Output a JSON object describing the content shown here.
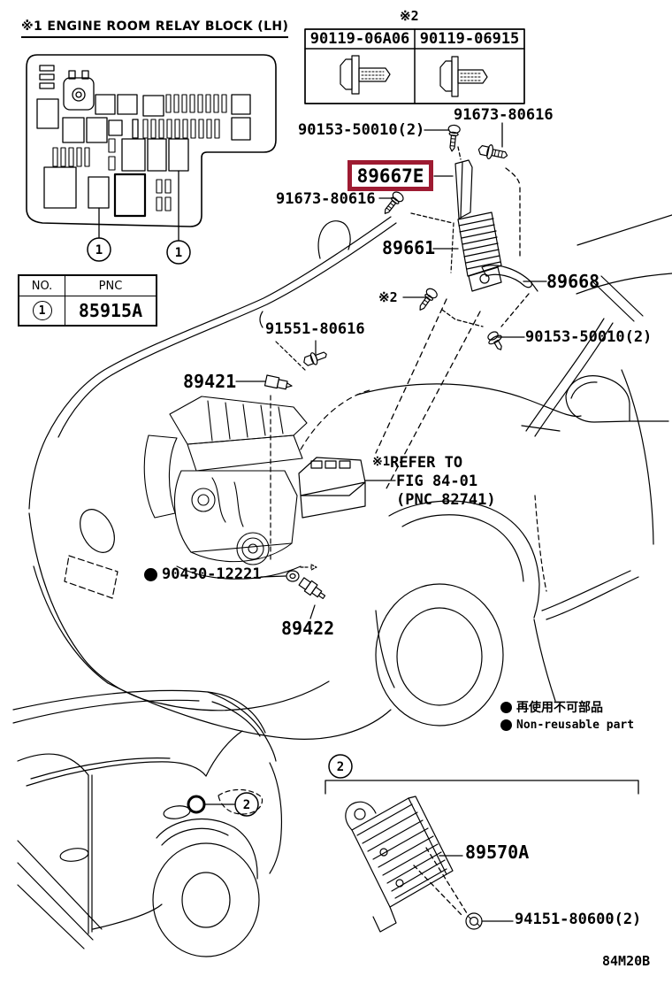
{
  "colors": {
    "highlight_box": "#9E1B32",
    "ink": "#000000",
    "paper": "#FFFFFF"
  },
  "header": {
    "relay_block_note": "※1 ENGINE ROOM RELAY BLOCK (LH)",
    "fastener_note": "※2",
    "fastener_options": [
      "90119-06A06",
      "90119-06915"
    ]
  },
  "pnc_table": {
    "col_no": "NO.",
    "col_pnc": "PNC",
    "rows": [
      {
        "no": "1",
        "pnc": "85915A"
      }
    ]
  },
  "callouts": {
    "relay_a": "1",
    "relay_b": "1",
    "rear_body": "2",
    "sub_assembly": "2"
  },
  "parts": {
    "bolt_top_right": "91673-80616",
    "screw_top": "90153-50010(2)",
    "highlighted": "89667E",
    "bolt_left": "91673-80616",
    "ecu_cover": "89661",
    "bracket": "89668",
    "screw_note": "※2",
    "bolt_lower": "90153-50010(2)",
    "bolt_engine": "91551-80616",
    "sensor_upper": "89421",
    "gasket": "90430-12221",
    "sensor_lower": "89422",
    "sub_relay": "89570A",
    "sub_nut": "94151-80600(2)"
  },
  "refer_note": {
    "mark": "※1",
    "line1": "REFER TO",
    "line2": "FIG 84-01",
    "line3": "(PNC 82741)"
  },
  "legend": {
    "jp": "再使用不可部品",
    "en": "Non-reusable part"
  },
  "icons": {
    "non_reusable": "filled-circle"
  },
  "footer": {
    "drawing_code": "84M20B"
  }
}
